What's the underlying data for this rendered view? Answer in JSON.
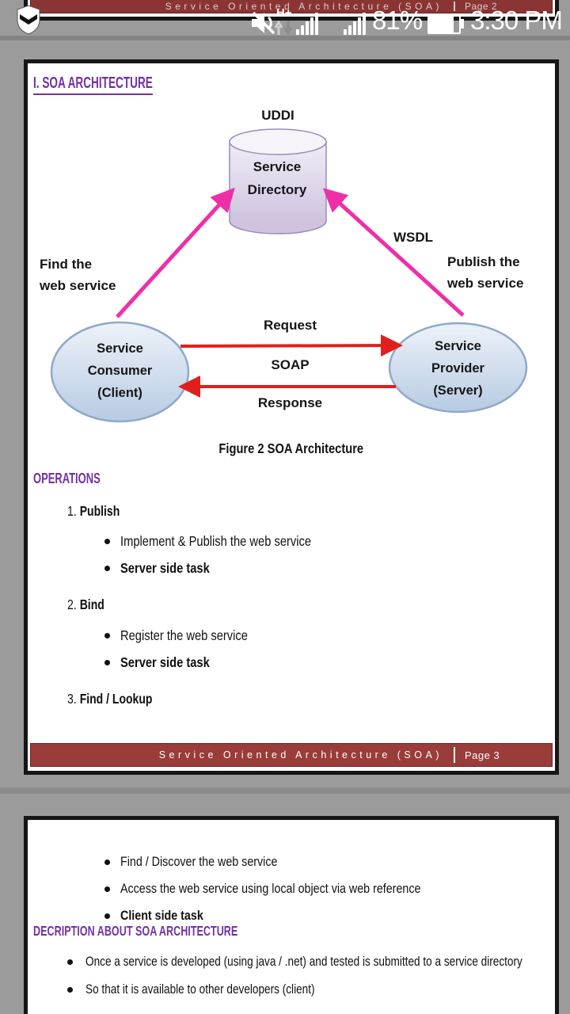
{
  "colors": {
    "accent-purple": "#7232a4",
    "bar-red": "#9a3c39",
    "arrow-pink": "#ef2fa8",
    "arrow-red": "#e0201d",
    "page-border": "#161616",
    "viewer-gray": "#9b9b9b"
  },
  "status_bar": {
    "time": "3:30 PM",
    "battery": "81%",
    "network": "H+"
  },
  "page2_footer": {
    "title": "Service Oriented Architecture (SOA)",
    "page": "Page 2"
  },
  "page3": {
    "heading": "I. SOA ARCHITECTURE",
    "diagram": {
      "uddi": "UDDI",
      "directory_lines": [
        "Service",
        "Directory"
      ],
      "wsdl": "WSDL",
      "find_lines": [
        "Find the",
        "web service"
      ],
      "publish_lines": [
        "Publish the",
        "web service"
      ],
      "consumer_lines": [
        "Service",
        "Consumer",
        "(Client)"
      ],
      "provider_lines": [
        "Service",
        "Provider",
        "(Server)"
      ],
      "request": "Request",
      "soap": "SOAP",
      "response": "Response"
    },
    "figure_caption": "Figure 2 SOA Architecture",
    "operations": {
      "heading": "OPERATIONS",
      "items": [
        {
          "number": "1.",
          "title": "Publish",
          "bullets": [
            "Implement & Publish the web service",
            "Server side task"
          ]
        },
        {
          "number": "2.",
          "title": "Bind",
          "bullets": [
            "Register the web service",
            "Server side task"
          ]
        },
        {
          "number": "3.",
          "title": "Find / Lookup",
          "bullets": []
        }
      ]
    },
    "footer": {
      "title": "Service Oriented Architecture (SOA)",
      "page": "Page 3"
    }
  },
  "page4": {
    "bullets": [
      "Find / Discover the web service",
      "Access the web service using local object via web reference",
      "Client side task"
    ],
    "heading": "DECRIPTION ABOUT SOA ARCHITECTURE",
    "bullets2": [
      "Once a service is developed (using java / .net) and tested is submitted to a service directory",
      "So that it is available to other developers (client)"
    ]
  }
}
